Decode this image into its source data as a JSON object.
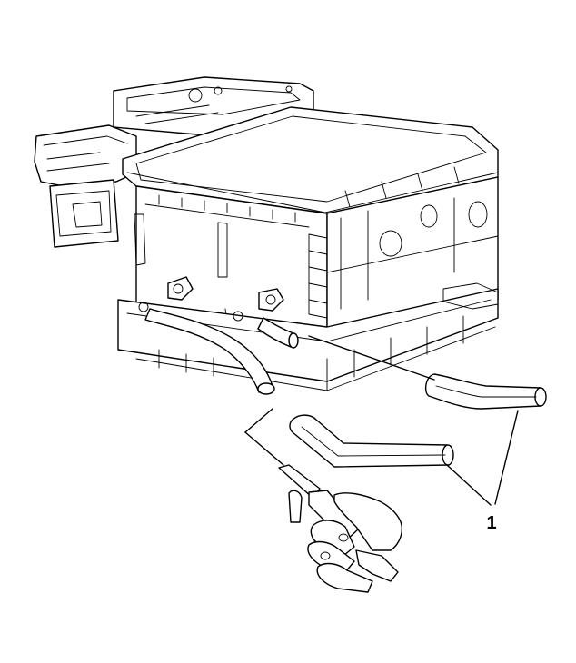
{
  "figure": {
    "callouts": [
      {
        "label": "1"
      }
    ],
    "colors": {
      "line": "#000000",
      "background": "#ffffff"
    },
    "parts": [
      "power-inverter-module",
      "coolant-hose",
      "coolant-hose",
      "air-blow-gun",
      "hand"
    ]
  }
}
